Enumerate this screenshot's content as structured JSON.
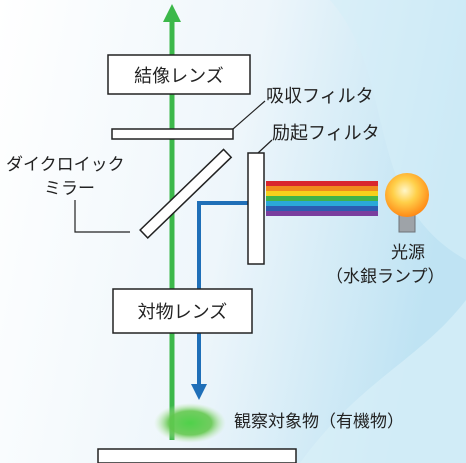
{
  "labels": {
    "imaging_lens": "結像レンズ",
    "absorption_filter": "吸収フィルタ",
    "excitation_filter": "励起フィルタ",
    "dichroic_mirror_line1": "ダイクロイック",
    "dichroic_mirror_line2": "ミラー",
    "light_source_line1": "光源",
    "light_source_line2": "（水銀ランプ）",
    "objective_lens": "対物レンズ",
    "specimen": "観察対象物（有機物）"
  },
  "colors": {
    "green_beam": "#3cb84a",
    "blue_beam": "#1f6fb8",
    "lamp_glow": "#ff9a1f",
    "lamp_base": "#9ea3a8",
    "spectrum": [
      "#d9262e",
      "#f08a1d",
      "#f5d01c",
      "#3fb24a",
      "#2aa8d8",
      "#2c5bb0",
      "#7a3e9e"
    ]
  }
}
